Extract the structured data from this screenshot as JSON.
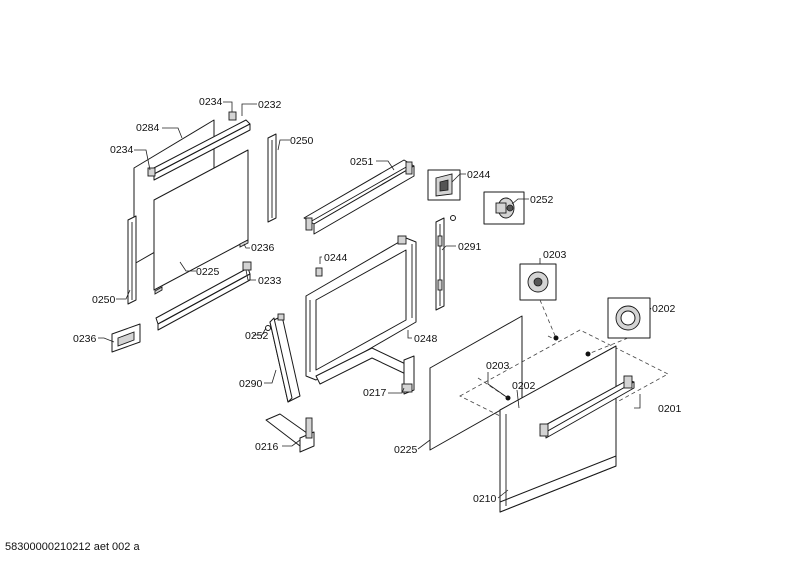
{
  "diagram": {
    "labels": {
      "l0234a": "0234",
      "l0232": "0232",
      "l0284": "0284",
      "l0234b": "0234",
      "l0250a": "0250",
      "l0251": "0251",
      "l0244a": "0244",
      "l0252a": "0252",
      "l0236a": "0236",
      "l0225a": "0225",
      "l0233": "0233",
      "l0244b": "0244",
      "l0291": "0291",
      "l0203a": "0203",
      "l0250b": "0250",
      "l0236b": "0236",
      "l0252b": "0252",
      "l0202a": "0202",
      "l0248": "0248",
      "l0290": "0290",
      "l0203b": "0203",
      "l0202b": "0202",
      "l0217": "0217",
      "l0201": "0201",
      "l0216": "0216",
      "l0225b": "0225",
      "l0210": "0210"
    },
    "footer": "58300000210212 aet 002 a"
  }
}
